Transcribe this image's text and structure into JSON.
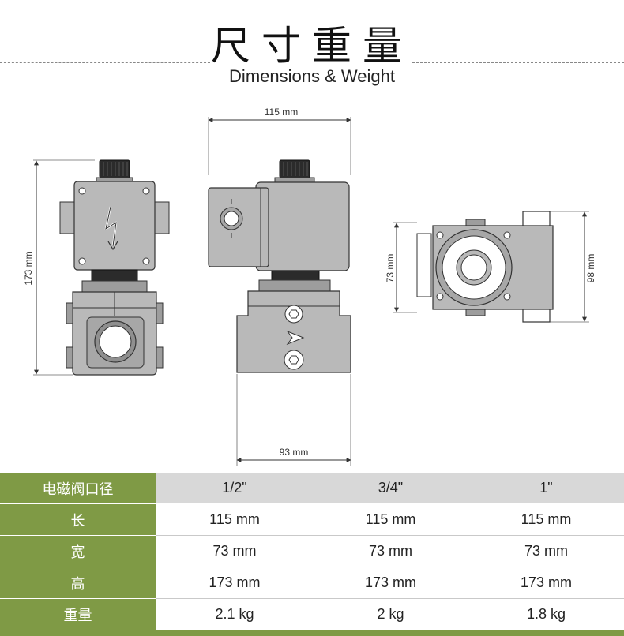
{
  "header": {
    "title_zh": "尺寸重量",
    "title_en": "Dimensions & Weight"
  },
  "dimensions": {
    "length_label": "115 mm",
    "height_label": "173 mm",
    "width_label": "73 mm",
    "depth_label": "98 mm",
    "base_label": "93 mm"
  },
  "table": {
    "header": {
      "label": "电磁阀口径",
      "values": [
        "1/2\"",
        "3/4\"",
        "1\""
      ]
    },
    "rows": [
      {
        "label": "长",
        "values": [
          "115 mm",
          "115 mm",
          "115 mm"
        ]
      },
      {
        "label": "宽",
        "values": [
          "73 mm",
          "73 mm",
          "73 mm"
        ]
      },
      {
        "label": "高",
        "values": [
          "173 mm",
          "173 mm",
          "173 mm"
        ]
      },
      {
        "label": "重量",
        "values": [
          "2.1 kg",
          "2 kg",
          "1.8 kg"
        ]
      }
    ]
  },
  "colors": {
    "accent": "#7f9a45",
    "header_cell": "#d8d8d8",
    "body_gray": "#b9b9b9"
  }
}
